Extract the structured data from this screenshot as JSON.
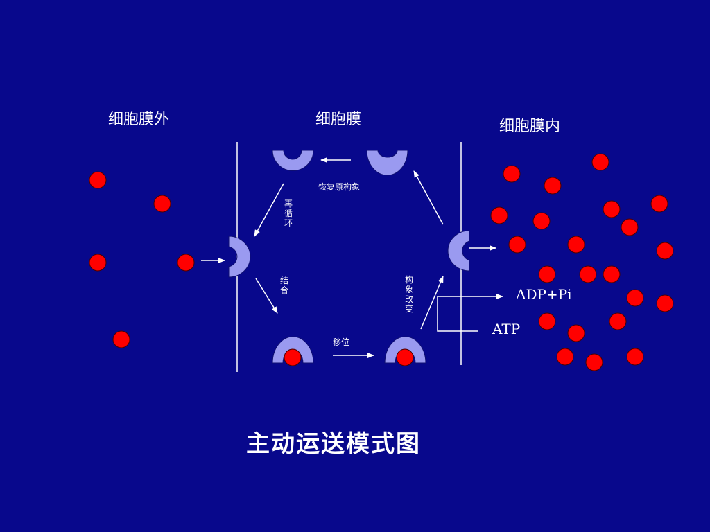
{
  "labels": {
    "outside": "细胞膜外",
    "membrane": "细胞膜",
    "inside": "细胞膜内",
    "restore": "恢复原构象",
    "recycle": "再循环",
    "bind": "结合",
    "conform": "构象改变",
    "translocate": "移位",
    "adp": "ADP+Pi",
    "atp": "ATP"
  },
  "title": "主动运送模式图",
  "colors": {
    "background": "#08088c",
    "ion": "#ff0000",
    "carrier": "#9a9af0",
    "line": "#ffffff"
  }
}
